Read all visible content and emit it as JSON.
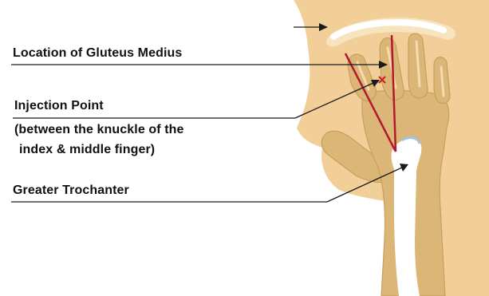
{
  "labels": {
    "gluteus_medius": "Location of Gluteus Medius",
    "injection_point": "Injection Point",
    "injection_point_detail_line1": "(between the knuckle of the",
    "injection_point_detail_line2": "index & middle finger)",
    "greater_trochanter": "Greater Trochanter"
  },
  "colors": {
    "hip_skin": "#f2cf98",
    "hand_skin": "#dcb677",
    "hand_outline": "#c79f5e",
    "finger_highlight": "#f4dcb0",
    "bone_white": "#ffffff",
    "guide_line_red": "#b3192e",
    "injection_mark": "#cc2222",
    "pointer_line": "#1a1a1a",
    "iliac_crest_glow": "#f7e4bf"
  },
  "icons": {
    "injection_point_marker": "x-mark-icon",
    "pointer_arrowheads": "arrowhead-icon"
  }
}
